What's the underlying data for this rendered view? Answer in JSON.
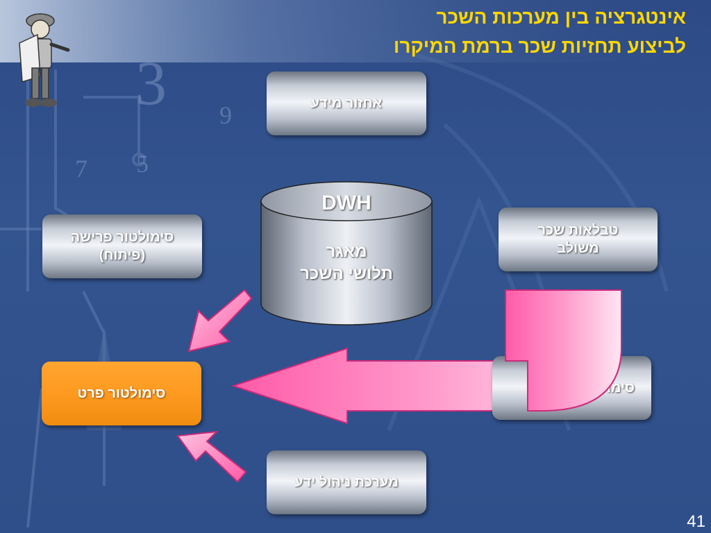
{
  "title": {
    "line1": "אינטגרציה בין מערכות השכר",
    "line2": "לביצוע תחזיות שכר ברמת המיקרו"
  },
  "nodes": {
    "info_retrieval": "אחזור מידע",
    "retirement_sim": {
      "line1": "סימולטור פרישה",
      "line2": "(פיתוח)"
    },
    "salary_tables": {
      "line1": "טבלאות שכר",
      "line2": "משולב"
    },
    "detail_sim": "סימולטור פרט",
    "right_sim": "סימולטור",
    "knowledge_mgmt": "מערכת ניהול ידע"
  },
  "database": {
    "label": "DWH",
    "line1": "מאגר",
    "line2": "תלושי השכר"
  },
  "page_number": "41",
  "colors": {
    "title": "#ffd700",
    "highlight_node": "#ff9a20",
    "arrow_pink": "#ff6fb6",
    "background": "#2f4f8a"
  },
  "icons": {
    "cartoon": "cartoon-figure-icon"
  }
}
